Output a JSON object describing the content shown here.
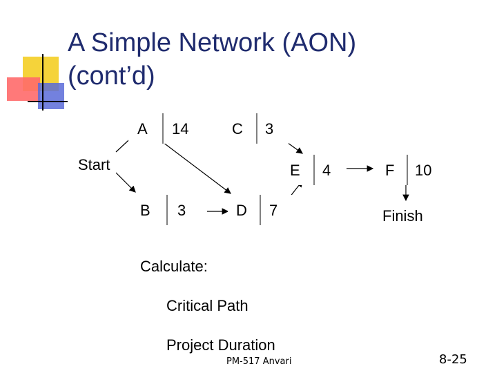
{
  "slide": {
    "title": "A Simple Network (AON)\n(cont’d)",
    "decoration_colors": {
      "yellow": "#f5d33a",
      "red": "#ff4b4b",
      "blue": "#5b6bd8",
      "line": "#000000"
    }
  },
  "network": {
    "start_label": "Start",
    "finish_label": "Finish",
    "activities": [
      {
        "id": "A",
        "name": "A",
        "duration": "14"
      },
      {
        "id": "C",
        "name": "C",
        "duration": "3"
      },
      {
        "id": "E",
        "name": "E",
        "duration": "4"
      },
      {
        "id": "F",
        "name": "F",
        "duration": "10"
      },
      {
        "id": "B",
        "name": "B",
        "duration": "3"
      },
      {
        "id": "D",
        "name": "D",
        "duration": "7"
      }
    ]
  },
  "body": {
    "calculate": "Calculate:",
    "critical_path": "Critical Path",
    "project_duration": "Project Duration"
  },
  "footer": {
    "course": "PM-517   Anvari",
    "page_number": "8-25"
  }
}
